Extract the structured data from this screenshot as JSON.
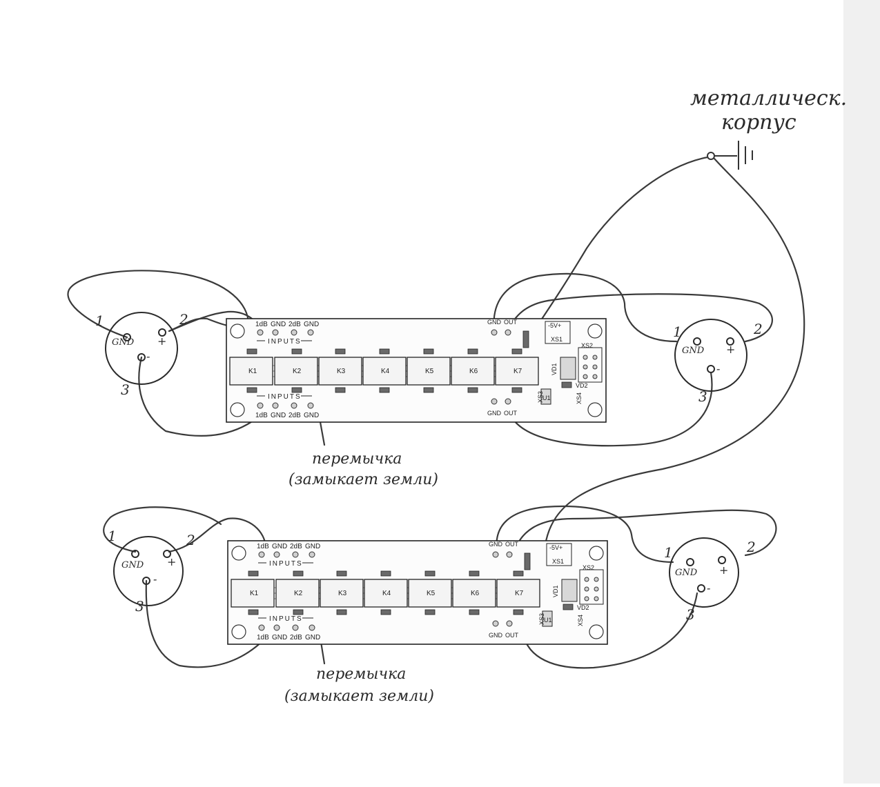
{
  "annotations": {
    "case_line1": "металлическ.",
    "case_line2": "корпус",
    "jumper_line1": "перемычка",
    "jumper_line2": "(замыкает земли)"
  },
  "connector": {
    "pin1": "1",
    "pin2": "2",
    "pin3": "3",
    "gnd": "GND",
    "plus": "+",
    "minus": "-"
  },
  "pcb": {
    "top_header": [
      "1dB",
      "GND",
      "2dB",
      "GND"
    ],
    "bottom_header": [
      "1dB",
      "GND",
      "2dB",
      "GND"
    ],
    "inputs_label": "INPUTS",
    "relays": [
      "K1",
      "K2",
      "K3",
      "K4",
      "K5",
      "K6",
      "K7"
    ],
    "out_top": [
      "GND",
      "OUT"
    ],
    "out_bottom": [
      "GND",
      "OUT"
    ],
    "power_label": "-5V+",
    "xs1": "XS1",
    "xs2": "XS2",
    "xs3": "XS3",
    "xs4": "XS4",
    "vd1": "VD1",
    "vd2": "VD2",
    "u1": "U1"
  },
  "icons": [
    "ground-symbol-icon"
  ]
}
